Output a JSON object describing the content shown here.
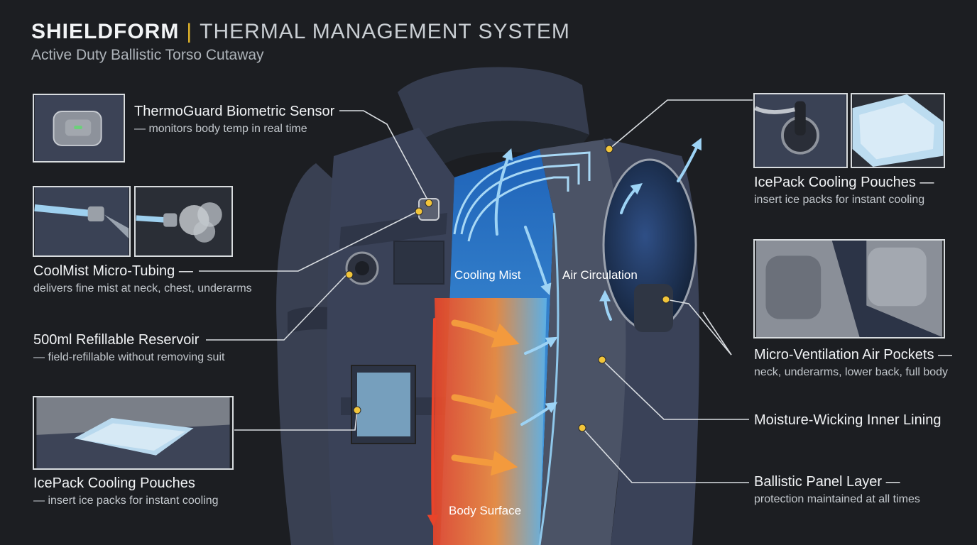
{
  "header": {
    "brand": "SHIELDFORM",
    "separator": "|",
    "system": "THERMAL MANAGEMENT SYSTEM",
    "subtitle": "Active Duty Ballistic Torso Cutaway"
  },
  "callouts": {
    "sensor": {
      "name": "ThermoGuard Biometric Sensor",
      "desc": "— monitors body temp in real time"
    },
    "tubing": {
      "name": "CoolMist Micro-Tubing —",
      "desc": "delivers fine mist at neck, chest, underarms"
    },
    "reservoir": {
      "name": "500ml Refillable Reservoir",
      "desc": "— field-refillable without removing suit"
    },
    "icepack_left": {
      "name": "IcePack Cooling Pouches",
      "desc": "— insert ice packs for instant cooling"
    },
    "icepack_right": {
      "name": "IcePack Cooling Pouches —",
      "desc": "insert ice packs for instant cooling"
    },
    "ventilation": {
      "name": "Micro-Ventilation Air Pockets —",
      "desc": "neck, underarms, lower back, full body"
    },
    "lining": {
      "name": "Moisture-Wicking Inner Lining"
    },
    "ballistic": {
      "name": "Ballistic Panel Layer —",
      "desc": "protection maintained at all times"
    }
  },
  "flow_labels": {
    "cooling_mist": "Cooling Mist",
    "air_circulation": "Air Circulation",
    "body_surface": "Body Surface"
  },
  "colors": {
    "background": "#1c1e22",
    "accent": "#e3b52a",
    "vest": "#3a4258",
    "heat": "#f0552a",
    "cool": "#3f9ee0"
  }
}
